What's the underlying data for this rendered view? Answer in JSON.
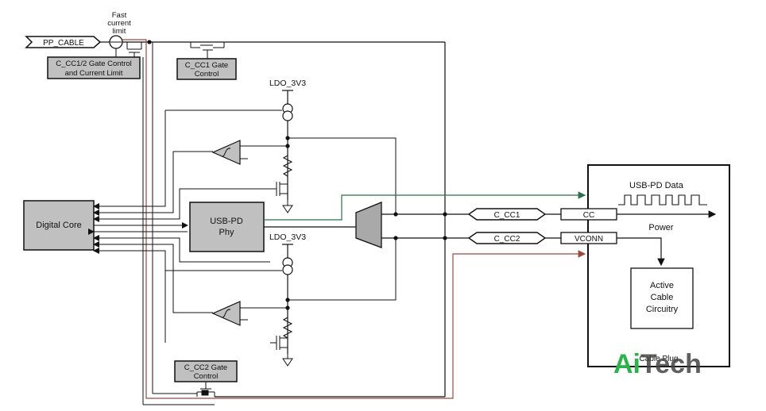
{
  "labels": {
    "pp_cable": "PP_CABLE",
    "fast_current_limit": [
      "Fast",
      "current",
      "limit"
    ],
    "gate_control_cc12": [
      "C_CC1/2 Gate Control",
      "and Current Limit"
    ],
    "gate_control_cc1": [
      "C_CC1 Gate",
      "Control"
    ],
    "gate_control_cc2": [
      "C_CC2 Gate",
      "Control"
    ],
    "ldo_top": "LDO_3V3",
    "ldo_bottom": "LDO_3V3",
    "digital_core": "Digital Core",
    "usbpd_phy": [
      "USB-PD",
      "Phy"
    ],
    "c_cc1": "C_CC1",
    "c_cc2": "C_CC2",
    "cc": "CC",
    "vconn": "VCONN",
    "usbpd_data": "USB-PD Data",
    "power": "Power",
    "active_cable": [
      "Active",
      "Cable",
      "Circuitry"
    ],
    "cable_plug": "Cable Plug"
  },
  "watermark": {
    "part1": "Ai",
    "part2": "Tech",
    "color1": "#2bb24c",
    "color2": "#444444"
  },
  "colors": {
    "line": "#111111",
    "box_fill": "#c0c0c0",
    "green_wire": "#2e6f4e",
    "red_wire": "#9a4a3f"
  }
}
